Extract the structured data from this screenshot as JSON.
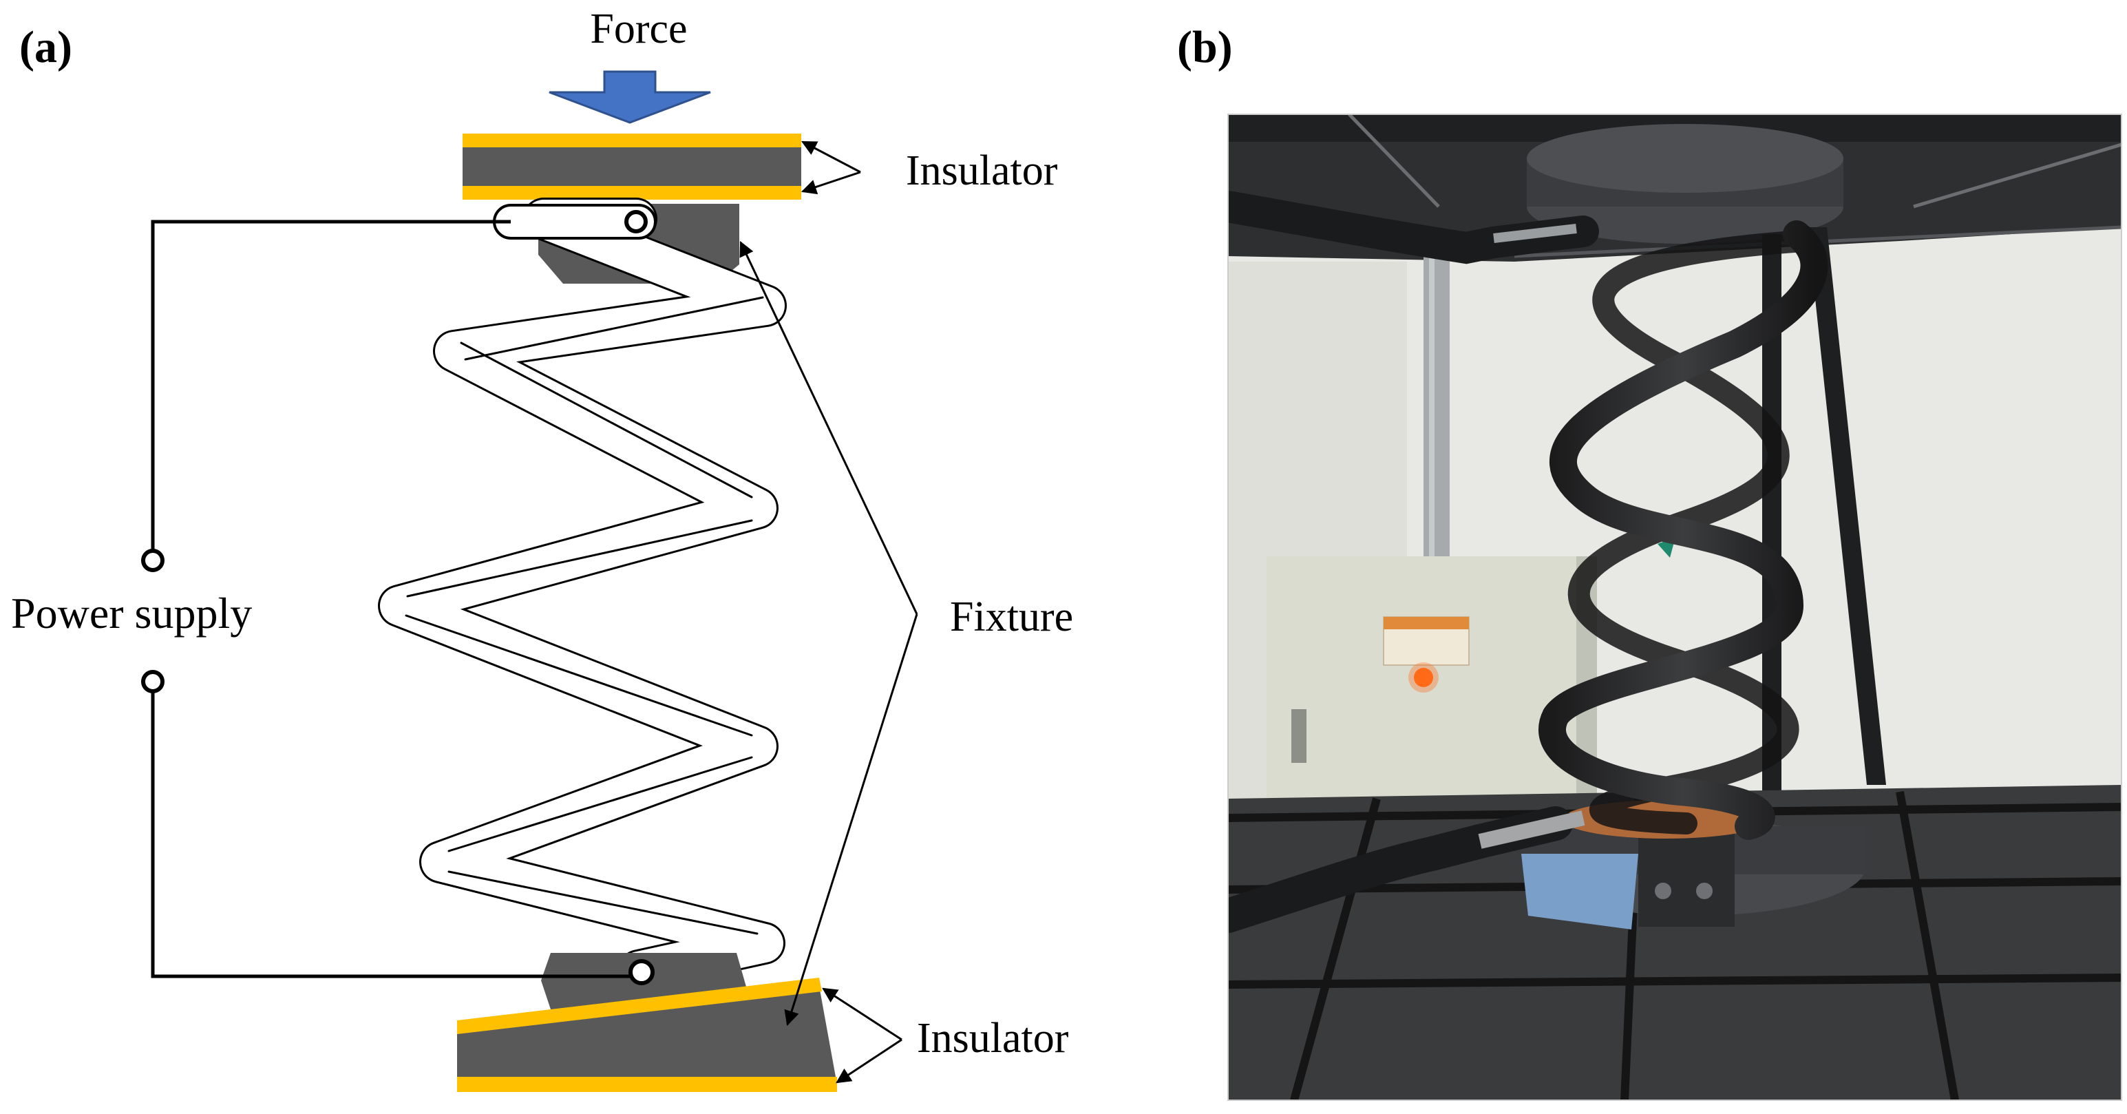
{
  "panel_a": {
    "label": "(a)",
    "force_label": "Force",
    "insulator_top_label": "Insulator",
    "insulator_bottom_label": "Insulator",
    "power_supply_label": "Power supply",
    "fixture_label": "Fixture"
  },
  "panel_b": {
    "label": "(b)"
  },
  "colors": {
    "insulator": "#FFC000",
    "plate": "#595959",
    "force_arrow": "#4472C4",
    "line": "#000000",
    "photo_wall": "#e8e9e4",
    "photo_dark": "#2a2b2c",
    "panel_box": "#d9dccf",
    "indicator": "#ff6a1a",
    "tape": "#7a9fc8"
  },
  "icons": {
    "force": "down-arrow-icon",
    "terminal": "open-circle-terminal-icon"
  }
}
